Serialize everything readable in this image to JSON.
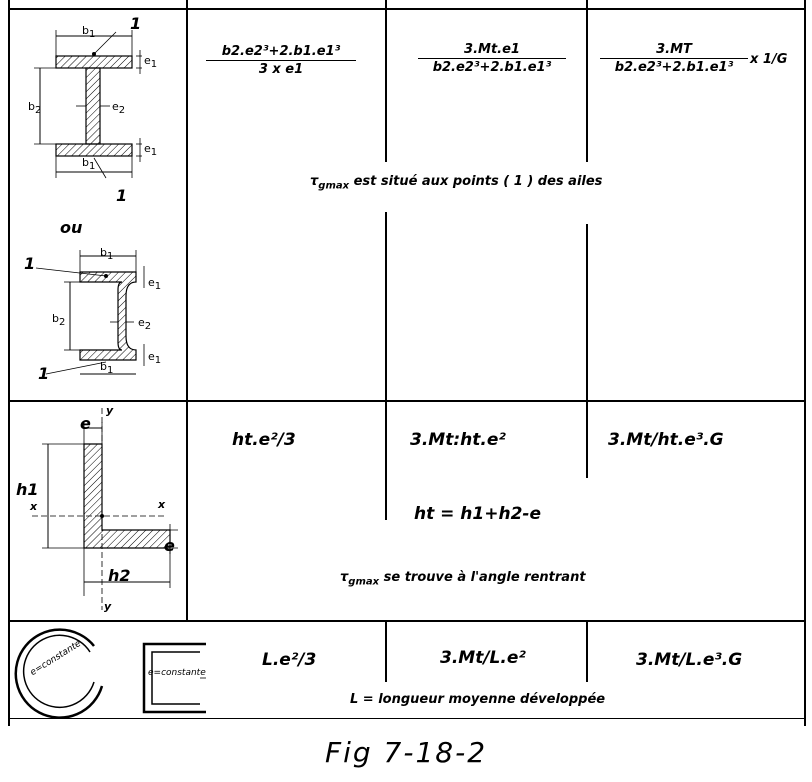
{
  "caption": "Fig 7-18-2",
  "rows": {
    "ibeam": {
      "formula_col2": {
        "num": "b2.e2³+2.b1.e1³",
        "den": "3 x e1"
      },
      "formula_col3": {
        "num": "3.Mt.e1",
        "den": "b2.e2³+2.b1.e1³"
      },
      "formula_col4": {
        "num": "3.MT",
        "den": "b2.e2³+2.b1.e1³",
        "suffix": "x 1/G"
      },
      "note_tau": "τ",
      "note_tau_sub": "gmax",
      "note_rest": "est situé aux points ( 1 ) des ailes",
      "labels": {
        "b1": "b",
        "b1_sub": "1",
        "e1": "e",
        "e1_sub": "1",
        "b2": "b",
        "b2_sub": "2",
        "e2": "e",
        "e2_sub": "2",
        "point1": "1",
        "ou": "ou"
      }
    },
    "angle": {
      "formula_col2": "ht.e²/3",
      "formula_col3": "3.Mt:ht.e²",
      "formula_col4": "3.Mt/ht.e³.G",
      "ht_def": "ht = h1+h2-e",
      "note_tau": "τ",
      "note_tau_sub": "gmax",
      "note_rest": "se trouve à l'angle rentrant",
      "labels": {
        "e": "e",
        "y": "y",
        "h1": "h1",
        "h2": "h2",
        "x": "x"
      }
    },
    "thin": {
      "formula_col2": "L.e²/3",
      "formula_col3": "3.Mt/L.e²",
      "formula_col4": "3.Mt/L.e³.G",
      "note": "L = longueur moyenne développée",
      "labels": {
        "e_const": "e=constante"
      }
    }
  }
}
